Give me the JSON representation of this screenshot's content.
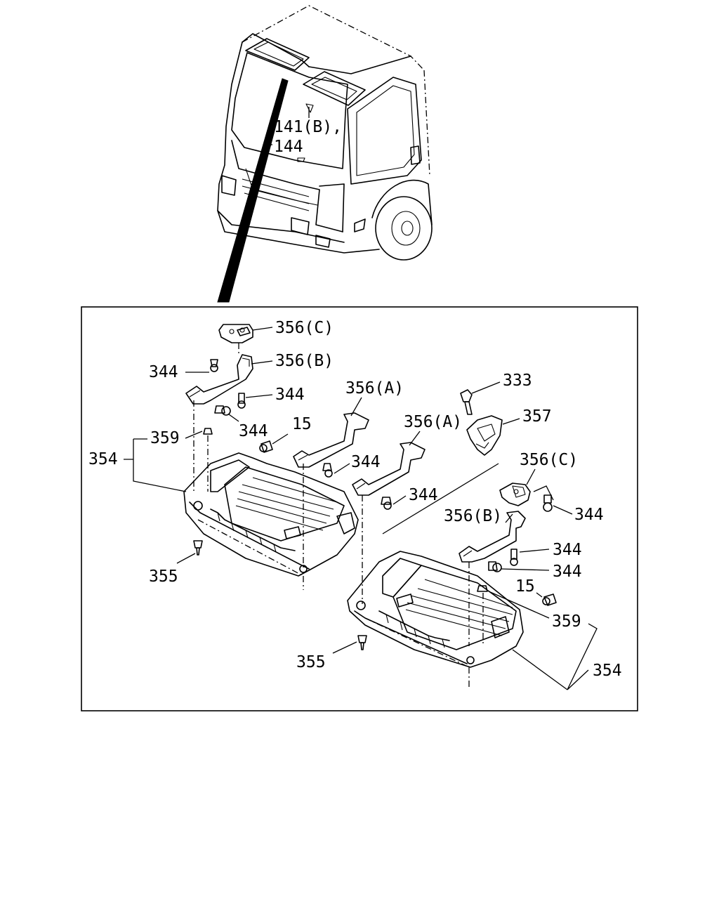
{
  "callouts": {
    "cab_141b": "141(B),",
    "cab_144": "144",
    "l_356c": "356(C)",
    "l_356b": "356(B)",
    "l_344_a": "344",
    "l_344_b": "344",
    "l_344_c": "344",
    "l_15_left": "15",
    "l_359_left": "359",
    "l_354_left": "354",
    "l_355_left": "355",
    "l_356a_1": "356(A)",
    "l_356a_2": "356(A)",
    "l_344_d": "344",
    "l_344_e": "344",
    "l_333": "333",
    "l_357": "357",
    "r_356c": "356(C)",
    "r_344_a": "344",
    "r_356b": "356(B)",
    "r_344_b": "344",
    "r_344_c": "344",
    "r_15": "15",
    "r_359": "359",
    "r_354": "354",
    "r_355": "355"
  }
}
